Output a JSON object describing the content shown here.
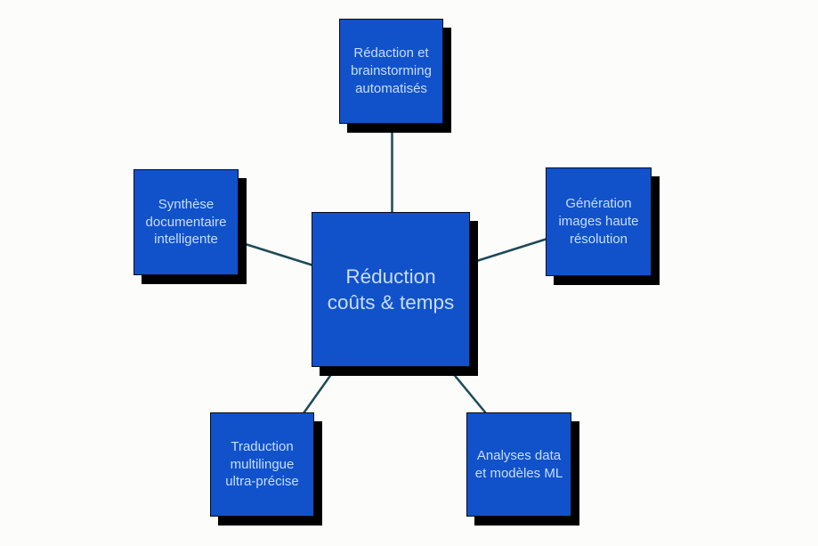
{
  "diagram": {
    "type": "hub-and-spoke",
    "center": {
      "label": "Réduction\ncoûts & temps"
    },
    "nodes": [
      {
        "id": "top",
        "label": "Rédaction et\nbrainstorming\nautomatisés"
      },
      {
        "id": "left",
        "label": "Synthèse\ndocumentaire\nintelligente"
      },
      {
        "id": "right",
        "label": "Génération\nimages haute\nrésolution"
      },
      {
        "id": "bottom-left",
        "label": "Traduction\nmultilingue\nultra-précise"
      },
      {
        "id": "bottom-right",
        "label": "Analyses data\net modèles ML"
      }
    ],
    "connectors": [
      {
        "from": "center",
        "to": "top"
      },
      {
        "from": "center",
        "to": "left"
      },
      {
        "from": "center",
        "to": "right"
      },
      {
        "from": "center",
        "to": "bottom-left"
      },
      {
        "from": "center",
        "to": "bottom-right"
      }
    ],
    "colors": {
      "node_fill": "#1152cb",
      "node_border": "#0b0b18",
      "node_text": "#c9ddf5",
      "node_shadow": "#000000",
      "connector": "#1c4b57",
      "background": "#fcfcfa"
    }
  }
}
